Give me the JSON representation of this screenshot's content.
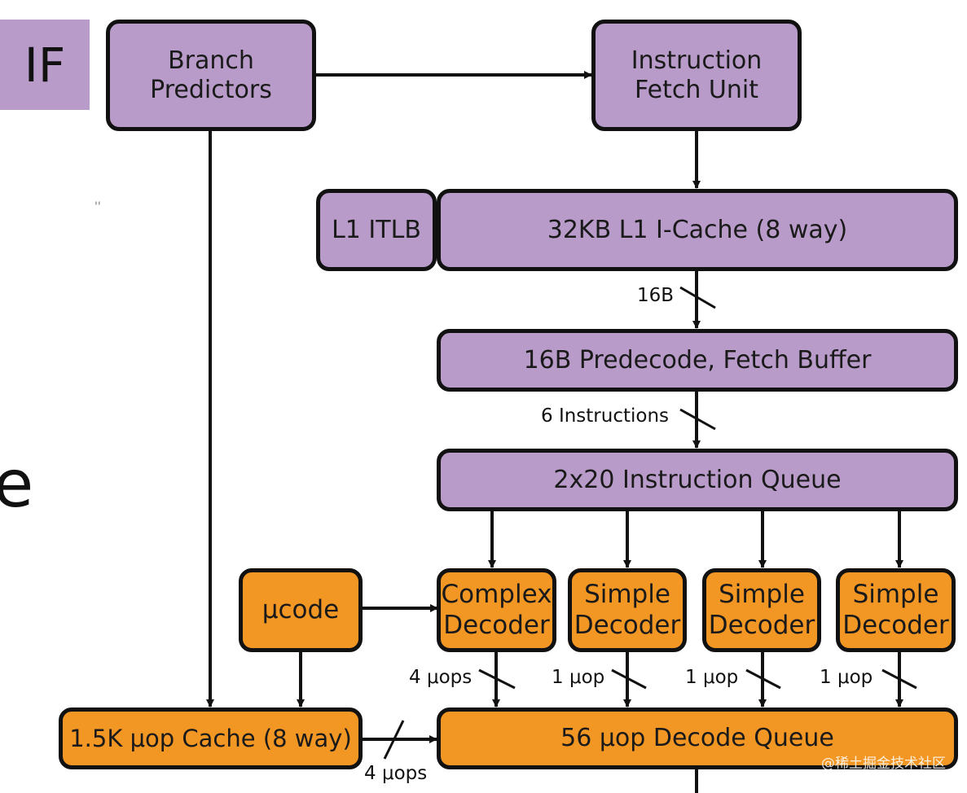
{
  "stage_tag": "IF",
  "edge_fragment": "e",
  "stray_mark": "''",
  "boxes": {
    "branch_predictors": "Branch\nPredictors",
    "instruction_fetch_unit": "Instruction\nFetch Unit",
    "l1_itlb": "L1 ITLB",
    "l1_icache": "32KB L1 I-Cache (8 way)",
    "predecode": "16B Predecode, Fetch Buffer",
    "instruction_queue": "2x20 Instruction Queue",
    "ucode": "μcode",
    "complex_decoder": "Complex\nDecoder",
    "simple_decoder_1": "Simple\nDecoder",
    "simple_decoder_2": "Simple\nDecoder",
    "simple_decoder_3": "Simple\nDecoder",
    "uop_cache": "1.5K μop Cache (8 way)",
    "decode_queue": "56 μop Decode Queue"
  },
  "edge_labels": {
    "icache_to_predecode": "16B",
    "predecode_to_queue": "6 Instructions",
    "complex_out": "4 μops",
    "simple_out_1": "1 μop",
    "simple_out_2": "1 μop",
    "simple_out_3": "1 μop",
    "uop_cache_out": "4 μops"
  },
  "watermark": "@稀土掘金技术社区",
  "colors": {
    "fetch_stage": "#b89bc8",
    "decode_stage": "#f29624",
    "outline": "#111111"
  }
}
